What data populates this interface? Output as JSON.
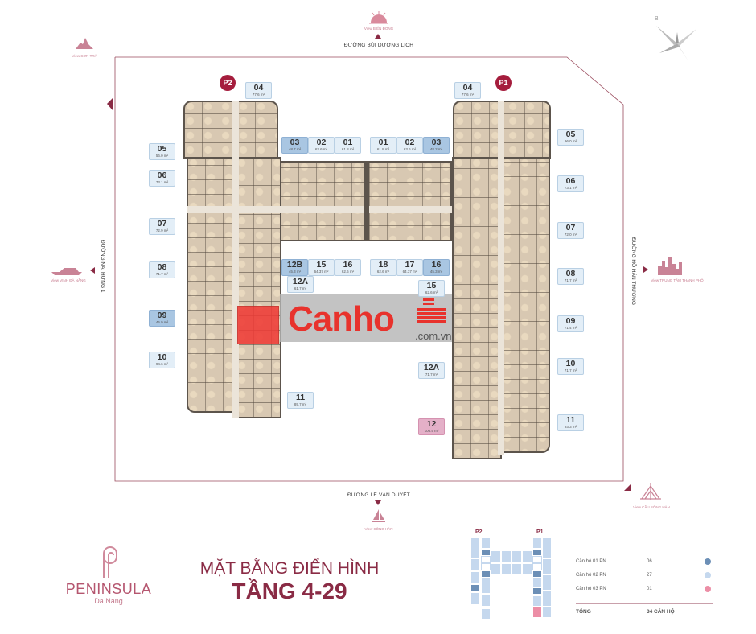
{
  "compass": {
    "north_label": "B"
  },
  "streets": {
    "top": "ĐƯỜNG BÙI DƯƠNG LỊCH",
    "bottom": "ĐƯỜNG LÊ VĂN DUYỆT",
    "left": "ĐƯỜNG NẠI HƯNG 1",
    "right": "ĐƯỜNG HỒ HÁN THƯƠNG"
  },
  "views": {
    "son_tra": "View SƠN TRÀ",
    "bien_dong": "View BIỂN ĐÔNG",
    "vinh_da_nang": "View VỊNH ĐÀ NẴNG",
    "trung_tam": "View TRUNG TÂM THÀNH PHỐ",
    "song_han": "View SÔNG HÀN",
    "cau_song_han": "View CẦU SÔNG HÀN"
  },
  "towers": {
    "left": "P2",
    "right": "P1"
  },
  "units": [
    {
      "id": "04",
      "area": "77.6 m²",
      "type": "2PN"
    },
    {
      "id": "05",
      "area": "56.0 m²",
      "type": "2PN"
    },
    {
      "id": "06",
      "area": "73.1 m²",
      "type": "2PN"
    },
    {
      "id": "07",
      "area": "72.9 m²",
      "type": "2PN"
    },
    {
      "id": "08",
      "area": "71.7 m²",
      "type": "2PN"
    },
    {
      "id": "09",
      "area": "45.9 m²",
      "type": "1PN"
    },
    {
      "id": "10",
      "area": "94.6 m²",
      "type": "2PN"
    },
    {
      "id": "11",
      "area": "89.7 m²",
      "type": "2PN"
    },
    {
      "id": "12A",
      "area": "61.7 m²",
      "type": "2PN"
    },
    {
      "id": "12B",
      "area": "45.3 m²",
      "type": "1PN"
    },
    {
      "id": "15",
      "area": "64.37 m²",
      "type": "2PN"
    },
    {
      "id": "16",
      "area": "62.6 m²",
      "type": "2PN"
    },
    {
      "id": "03",
      "area": "48.7 m²",
      "type": "1PN"
    },
    {
      "id": "02",
      "area": "63.6 m²",
      "type": "2PN"
    },
    {
      "id": "01",
      "area": "61.8 m²",
      "type": "2PN"
    },
    {
      "id": "01",
      "area": "61.8 m²",
      "type": "2PN"
    },
    {
      "id": "02",
      "area": "63.6 m²",
      "type": "2PN"
    },
    {
      "id": "03",
      "area": "48.2 m²",
      "type": "1PN"
    },
    {
      "id": "04",
      "area": "77.6 m²",
      "type": "2PN"
    },
    {
      "id": "05",
      "area": "96.0 m²",
      "type": "2PN"
    },
    {
      "id": "06",
      "area": "73.1 m²",
      "type": "2PN"
    },
    {
      "id": "07",
      "area": "72.0 m²",
      "type": "2PN"
    },
    {
      "id": "08",
      "area": "71.7 m²",
      "type": "2PN"
    },
    {
      "id": "09",
      "area": "71.4 m²",
      "type": "2PN"
    },
    {
      "id": "10",
      "area": "71.7 m²",
      "type": "2PN"
    },
    {
      "id": "11",
      "area": "93.3 m²",
      "type": "2PN"
    },
    {
      "id": "18",
      "area": "62.6 m²",
      "type": "2PN"
    },
    {
      "id": "17",
      "area": "64.37 m²",
      "type": "2PN"
    },
    {
      "id": "16",
      "area": "45.3 m²",
      "type": "1PN"
    },
    {
      "id": "15",
      "area": "62.6 m²",
      "type": "2PN"
    },
    {
      "id": "12A",
      "area": "71.7 m²",
      "type": "2PN"
    },
    {
      "id": "12",
      "area": "106.5 m²",
      "type": "3PN"
    }
  ],
  "watermark": {
    "brand": "Canho",
    "domain": ".com.vn"
  },
  "logo": {
    "name": "PENINSULA",
    "city": "Da Nang"
  },
  "title": {
    "line1": "MẶT BẰNG ĐIỂN HÌNH",
    "line2": "TẦNG 4-29"
  },
  "legend": {
    "mini_p2": "P2",
    "mini_p1": "P1",
    "items": [
      {
        "label": "Căn hộ 01 PN",
        "count": "06",
        "color": "#6c8fb6"
      },
      {
        "label": "Căn hộ 02 PN",
        "count": "27",
        "color": "#c5d8ee"
      },
      {
        "label": "Căn hộ 03 PN",
        "count": "01",
        "color": "#ec8ea6"
      }
    ],
    "total_label": "TỔNG",
    "total_value": "34 CĂN HỘ"
  }
}
